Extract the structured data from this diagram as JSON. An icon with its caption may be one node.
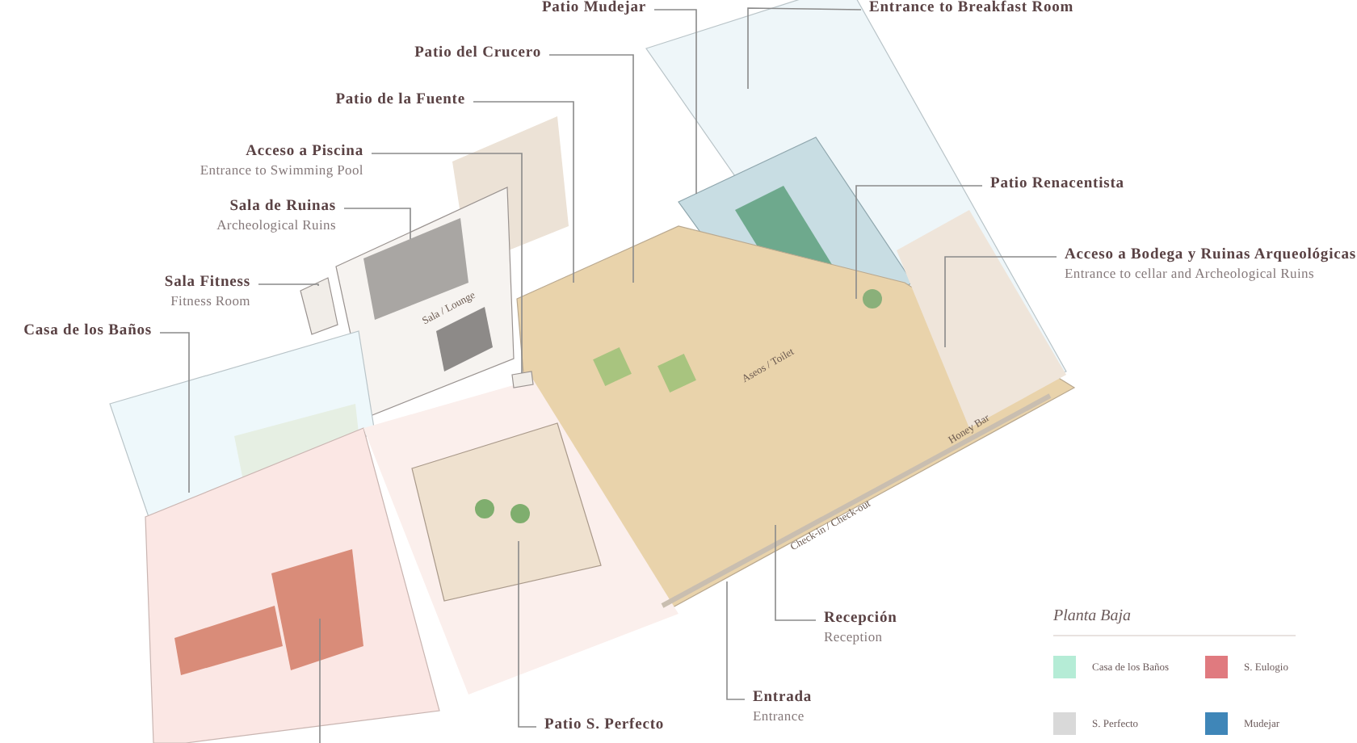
{
  "diagram": {
    "nodes": [
      {
        "text": [
          "Patio Mudejar"
        ]
      },
      {
        "text": [
          "Entrance to Breakfast Room"
        ]
      },
      {
        "text": [
          "Patio del Crucero"
        ]
      },
      {
        "text": [
          "Patio de la Fuente"
        ]
      },
      {
        "text": [
          "Acceso a Piscina",
          "Entrance to Swimming Pool"
        ]
      },
      {
        "text": [
          "Sala de Ruinas",
          "Archeological Ruins"
        ]
      },
      {
        "text": [
          "Sala Fitness",
          "Fitness Room"
        ]
      },
      {
        "text": [
          "Casa de los Baños"
        ]
      },
      {
        "text": [
          "Patio Renacentista"
        ]
      },
      {
        "text": [
          "Acceso a Bodega y Ruinas Arqueológicas",
          "Entrance to cellar and Archeological Ruins"
        ]
      },
      {
        "text": [
          "Recepción",
          "Reception"
        ]
      },
      {
        "text": [
          "Entrada",
          "Entrance"
        ]
      },
      {
        "text": [
          "Patio S. Perfecto"
        ]
      },
      {
        "text": [],
        "shape": "picture"
      },
      {
        "text": [],
        "shape": "box"
      },
      {
        "text": [],
        "shape": "box"
      }
    ],
    "edges": [
      {
        "from": 0,
        "to": null,
        "arrow": "none"
      },
      {
        "from": 1,
        "to": null,
        "arrow": "none"
      },
      {
        "from": 2,
        "to": null,
        "arrow": "none"
      },
      {
        "from": 3,
        "to": null,
        "arrow": "none"
      },
      {
        "from": 4,
        "to": 15,
        "arrow": "none"
      },
      {
        "from": 5,
        "to": 13,
        "arrow": "none"
      },
      {
        "from": 6,
        "to": 14,
        "arrow": "none"
      },
      {
        "from": 7,
        "to": null,
        "arrow": "none"
      },
      {
        "from": 8,
        "to": null,
        "arrow": "none"
      },
      {
        "from": 9,
        "to": null,
        "arrow": "none"
      },
      {
        "from": 10,
        "to": null,
        "arrow": "none"
      },
      {
        "from": 11,
        "to": null,
        "arrow": "none"
      },
      {
        "from": 12,
        "to": null,
        "arrow": "none"
      }
    ],
    "labels": [
      "Sala / Lounge",
      "Aseos / Toilet",
      "Honey Bar",
      "Check-in / Check-out",
      "Planta Baja"
    ],
    "legend": [
      {
        "text": "Casa de los Baños",
        "color": "#b5ecd6"
      },
      {
        "text": "S. Eulogio",
        "color": "#e07a7f"
      },
      {
        "text": "S. Perfecto",
        "color": "#d9d9d9"
      },
      {
        "text": "Mudejar",
        "color": "#3f86b8"
      }
    ]
  }
}
